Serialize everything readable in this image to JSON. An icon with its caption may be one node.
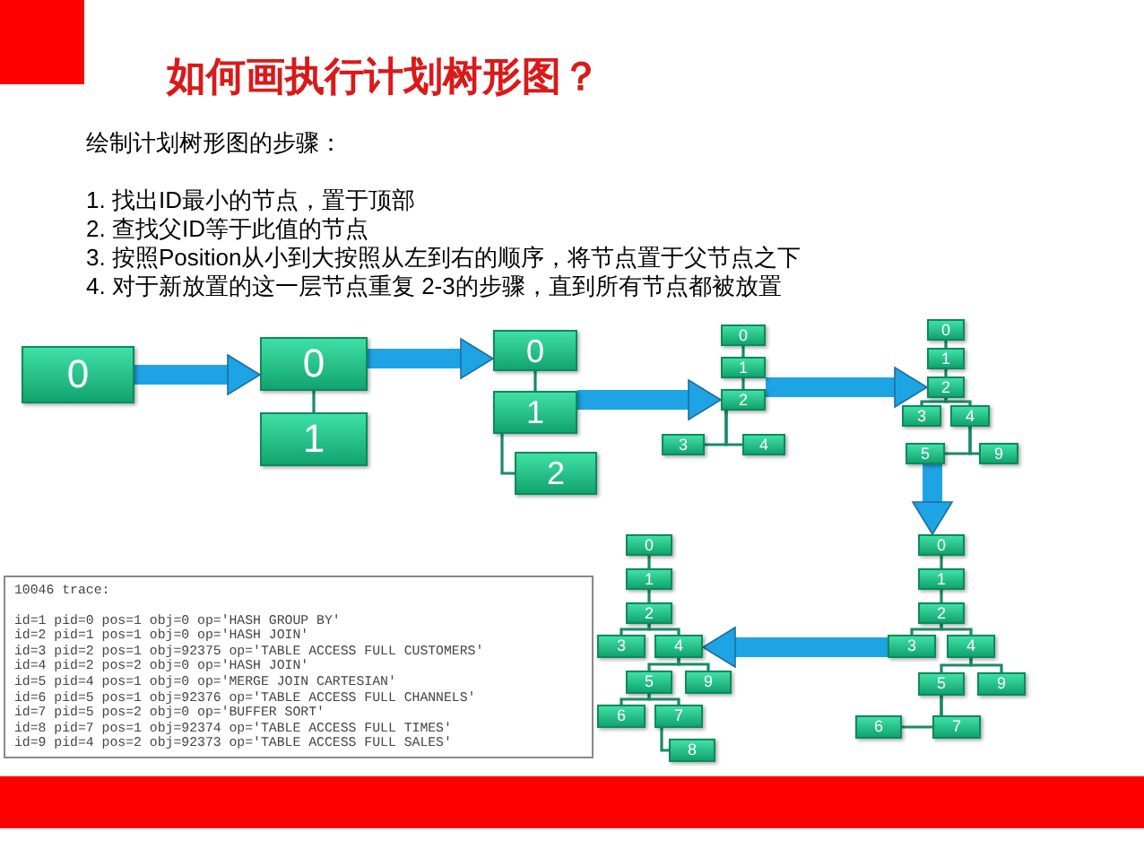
{
  "diagram": {
    "title": "如何画执行计划树形图？",
    "nodes": [
      {
        "text": [
          "0"
        ]
      },
      {
        "text": [
          "0"
        ]
      },
      {
        "text": [
          "1"
        ]
      },
      {
        "text": [
          "0"
        ]
      },
      {
        "text": [
          "1"
        ]
      },
      {
        "text": [
          "2"
        ]
      },
      {
        "text": [
          "0"
        ]
      },
      {
        "text": [
          "1"
        ]
      },
      {
        "text": [
          "2"
        ]
      },
      {
        "text": [
          "3"
        ]
      },
      {
        "text": [
          "4"
        ]
      },
      {
        "text": [
          "0"
        ]
      },
      {
        "text": [
          "1"
        ]
      },
      {
        "text": [
          "2"
        ]
      },
      {
        "text": [
          "3"
        ]
      },
      {
        "text": [
          "4"
        ]
      },
      {
        "text": [
          "5"
        ]
      },
      {
        "text": [
          "9"
        ]
      },
      {
        "text": [
          "0"
        ]
      },
      {
        "text": [
          "1"
        ]
      },
      {
        "text": [
          "2"
        ]
      },
      {
        "text": [
          "3"
        ]
      },
      {
        "text": [
          "4"
        ]
      },
      {
        "text": [
          "5"
        ]
      },
      {
        "text": [
          "9"
        ]
      },
      {
        "text": [
          "6"
        ]
      },
      {
        "text": [
          "7"
        ]
      },
      {
        "text": [
          "0"
        ]
      },
      {
        "text": [
          "1"
        ]
      },
      {
        "text": [
          "2"
        ]
      },
      {
        "text": [
          "3"
        ]
      },
      {
        "text": [
          "4"
        ]
      },
      {
        "text": [
          "5"
        ]
      },
      {
        "text": [
          "9"
        ]
      },
      {
        "text": [
          "6"
        ]
      },
      {
        "text": [
          "7"
        ]
      },
      {
        "text": [
          "8"
        ]
      },
      {
        "text": [
          "10046 trace:",
          "id=1 pid=0 pos=1 obj=0 op='HASH GROUP BY'",
          "id=2 pid=1 pos=1 obj=0 op='HASH JOIN'",
          "id=3 pid=2 pos=1 obj=92375 op='TABLE ACCESS FULL CUSTOMERS'",
          "id=4 pid=2 pos=2 obj=0 op='HASH JOIN'",
          "id=5 pid=4 pos=1 obj=0 op='MERGE JOIN CARTESIAN'",
          "id=6 pid=5 pos=1 obj=92376 op='TABLE ACCESS FULL CHANNELS'",
          "id=7 pid=5 pos=2 obj=0 op='BUFFER SORT'",
          "id=8 pid=7 pos=1 obj=92374 op='TABLE ACCESS FULL TIMES'",
          "id=9 pid=4 pos=2 obj=92373 op='TABLE ACCESS FULL SALES'"
        ]
      }
    ],
    "edges": [
      {
        "from": 1,
        "to": 2,
        "arrow": "none"
      },
      {
        "from": 3,
        "to": 4,
        "arrow": "none"
      },
      {
        "from": 4,
        "to": 5,
        "arrow": "none"
      },
      {
        "from": 6,
        "to": 7,
        "arrow": "none"
      },
      {
        "from": 7,
        "to": 8,
        "arrow": "none"
      },
      {
        "from": 8,
        "to": 9,
        "arrow": "none"
      },
      {
        "from": 8,
        "to": 10,
        "arrow": "none"
      },
      {
        "from": 11,
        "to": 12,
        "arrow": "none"
      },
      {
        "from": 12,
        "to": 13,
        "arrow": "none"
      },
      {
        "from": 13,
        "to": 14,
        "arrow": "none"
      },
      {
        "from": 13,
        "to": 15,
        "arrow": "none"
      },
      {
        "from": 15,
        "to": 16,
        "arrow": "none"
      },
      {
        "from": 15,
        "to": 17,
        "arrow": "none"
      },
      {
        "from": 18,
        "to": 19,
        "arrow": "none"
      },
      {
        "from": 19,
        "to": 20,
        "arrow": "none"
      },
      {
        "from": 20,
        "to": 21,
        "arrow": "none"
      },
      {
        "from": 20,
        "to": 22,
        "arrow": "none"
      },
      {
        "from": 22,
        "to": 23,
        "arrow": "none"
      },
      {
        "from": 22,
        "to": 24,
        "arrow": "none"
      },
      {
        "from": 23,
        "to": 25,
        "arrow": "none"
      },
      {
        "from": 23,
        "to": 26,
        "arrow": "none"
      },
      {
        "from": 27,
        "to": 28,
        "arrow": "none"
      },
      {
        "from": 28,
        "to": 29,
        "arrow": "none"
      },
      {
        "from": 29,
        "to": 30,
        "arrow": "none"
      },
      {
        "from": 29,
        "to": 31,
        "arrow": "none"
      },
      {
        "from": 31,
        "to": 32,
        "arrow": "none"
      },
      {
        "from": 31,
        "to": 33,
        "arrow": "none"
      },
      {
        "from": 32,
        "to": 34,
        "arrow": "none"
      },
      {
        "from": 32,
        "to": 35,
        "arrow": "none"
      },
      {
        "from": 35,
        "to": 36,
        "arrow": "none"
      },
      {
        "from": 0,
        "to": 1,
        "arrow": "to",
        "style": "thick",
        "color": "#1ea4e4"
      },
      {
        "from": 1,
        "to": 3,
        "arrow": "to",
        "style": "thick",
        "color": "#1ea4e4"
      },
      {
        "from": 4,
        "to": 8,
        "arrow": "to",
        "style": "thick",
        "color": "#1ea4e4"
      },
      {
        "from": 8,
        "to": 13,
        "arrow": "to",
        "style": "thick",
        "color": "#1ea4e4"
      },
      {
        "from": 16,
        "to": 18,
        "arrow": "to",
        "style": "thick",
        "color": "#1ea4e4"
      },
      {
        "from": 21,
        "to": 31,
        "arrow": "to",
        "style": "thick",
        "color": "#1ea4e4"
      }
    ],
    "labels": [
      "绘制计划树形图的步骤：",
      "1. 找出ID最小的节点，置于顶部",
      "2. 查找父ID等于此值的节点",
      "3. 按照Position从小到大按照从左到右的顺序，将节点置于父节点之下",
      "4. 对于新放置的这一层节点重复 2-3的步骤，直到所有节点都被放置"
    ]
  }
}
